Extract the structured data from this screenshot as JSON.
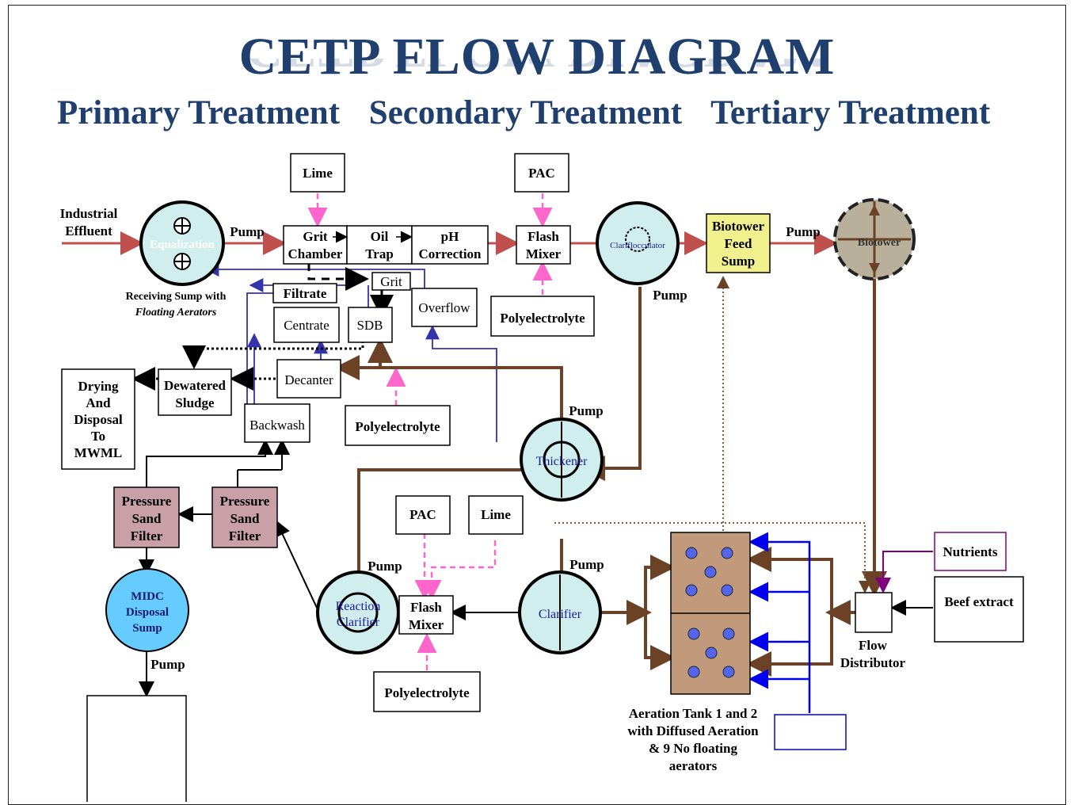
{
  "title": "CETP FLOW DIAGRAM",
  "subtitle": {
    "primary": "Primary Treatment",
    "secondary": "Secondary Treatment",
    "tertiary": "Tertiary Treatment"
  },
  "colors": {
    "title": "#1f3f6f",
    "main_flow": "#c0504d",
    "sludge_flow": "#6b4226",
    "chemical_dose": "#ff66cc",
    "return_flow": "#3333aa",
    "air_flow": "#0000ee",
    "nutrient_line": "#800080",
    "tank_fill": "#d0eeee",
    "filter_fill": "#c9a0a8",
    "aeration_fill": "#c19a7b",
    "biotower_fill": "#b8b09a",
    "feed_sump_fill": "#f0f08c",
    "disposal_sump_fill": "#66ccff"
  },
  "labels": {
    "industrial_effluent": "Industrial\nEffluent",
    "equalization": "Equalization",
    "receiving_sump": "Receiving Sump with\nFloating Aerators",
    "pump1": "Pump",
    "lime_top": "Lime",
    "grit_chamber": "Grit\nChamber",
    "oil_trap": "Oil\nTrap",
    "ph_correction": "pH\nCorrection",
    "pac_top": "PAC",
    "flash_mixer_top": "Flash\nMixer",
    "polyelectrolyte_top": "Polyelectrolyte",
    "clariflocculator": "Clariflocculator",
    "pump_clarifloc": "Pump",
    "biotower_feed_sump": "Biotower\nFeed\nSump",
    "pump_biotower": "Pump",
    "biotower": "Biotower",
    "grit": "Grit",
    "filtrate": "Filtrate",
    "overflow": "Overflow",
    "centrate": "Centrate",
    "sdb": "SDB",
    "decanter": "Decanter",
    "dewatered_sludge": "Dewatered\nSludge",
    "drying_disposal": "Drying\nAnd\nDisposal\nTo\nMWML",
    "polyelectrolyte_mid": "Polyelectrolyte",
    "backwash": "Backwash",
    "pump_thickener": "Pump",
    "thickener": "Thickener",
    "psf_left": "Pressure\nSand\nFilter",
    "psf_right": "Pressure\nSand\nFilter",
    "pac_bottom": "PAC",
    "lime_bottom": "Lime",
    "midc_sump": "MIDC\nDisposal\nSump",
    "pump_midc": "Pump",
    "pump_reaction": "Pump",
    "reaction_clarifier": "Reaction\nClarifier",
    "flash_mixer_bottom": "Flash\nMixer",
    "pump_clarifier": "Pump",
    "clarifier": "Clarifier",
    "polyelectrolyte_bottom": "Polyelectrolyte",
    "nutrients": "Nutrients",
    "beef_extract": "Beef extract",
    "flow_distributor": "Flow\nDistributor",
    "aeration_caption": "Aeration Tank 1 and 2\nwith Diffused Aeration\n& 9 No floating\naerators"
  }
}
